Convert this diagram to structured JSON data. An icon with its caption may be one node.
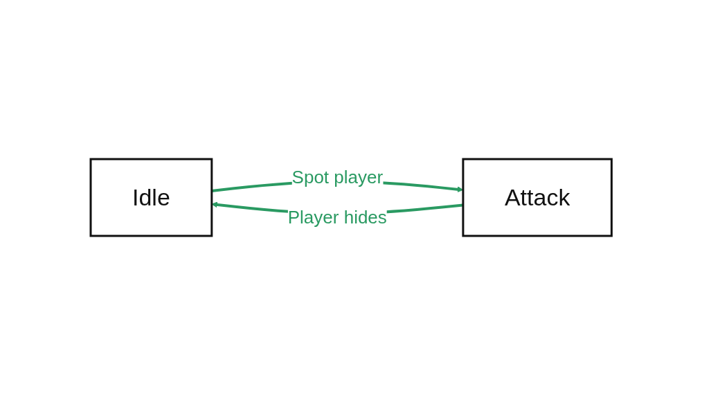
{
  "diagram": {
    "nodes": [
      {
        "text": [
          "Idle"
        ]
      },
      {
        "text": [
          "Attack"
        ]
      }
    ],
    "edges": [
      {
        "from": 0,
        "to": 1,
        "arrow": "to",
        "label": "Spot player"
      },
      {
        "from": 1,
        "to": 0,
        "arrow": "to",
        "label": "Player hides"
      }
    ]
  }
}
